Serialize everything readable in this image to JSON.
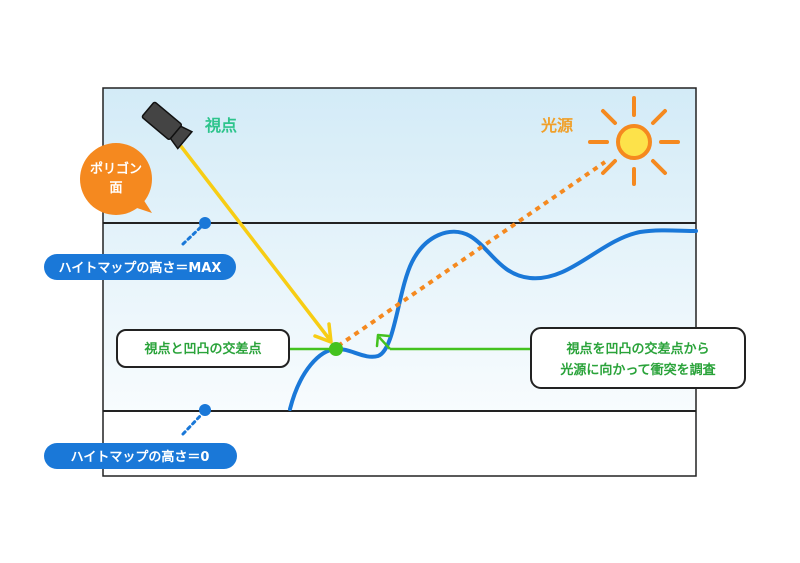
{
  "labels": {
    "viewpoint": "視点",
    "light_source": "光源",
    "polygon_face_line1": "ポリゴン",
    "polygon_face_line2": "面",
    "heightmap_max": "ハイトマップの高さ＝MAX",
    "heightmap_zero": "ハイトマップの高さ＝0",
    "intersection": "視点と凹凸の交差点",
    "check_line1": "視点を凹凸の交差点から",
    "check_line2": "光源に向かって衝突を調査"
  },
  "colors": {
    "sky_top": "#d3ebf7",
    "sky_bottom": "#ffffff",
    "frame": "#222222",
    "surface_curve": "#1a78d8",
    "view_ray": "#f7cd14",
    "light_ray": "#f5891f",
    "sun": "#f5891f",
    "sun_fill": "#fde24a",
    "callout_green": "#44c21e",
    "viewpoint_text": "#2dc48c",
    "light_text": "#f0a02a",
    "polygon_bubble": "#f5891f",
    "pill_blue": "#1a78d8",
    "intersection_text": "#2aa33a"
  },
  "icons": [
    "camera-icon",
    "sun-icon"
  ]
}
